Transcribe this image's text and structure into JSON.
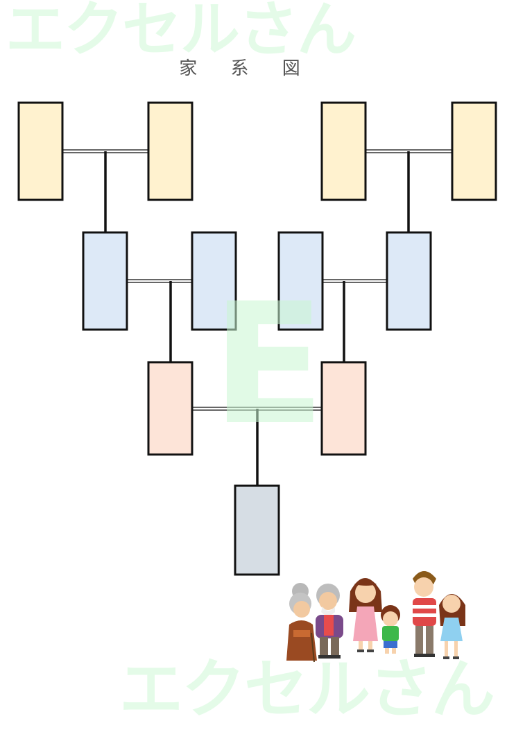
{
  "watermark": {
    "top_text": "エクセルさん",
    "bottom_text": "エクセルさん",
    "logo_letter": "E"
  },
  "title": "家 系 図",
  "colors": {
    "grandparents": "#fff2cf",
    "parents": "#dde9f7",
    "self_couple": "#fde4d8",
    "child": "#d6dde4",
    "border": "#111111",
    "watermark": "#e4fbe8"
  },
  "illustration": {
    "description_icon": "family-illustration"
  }
}
